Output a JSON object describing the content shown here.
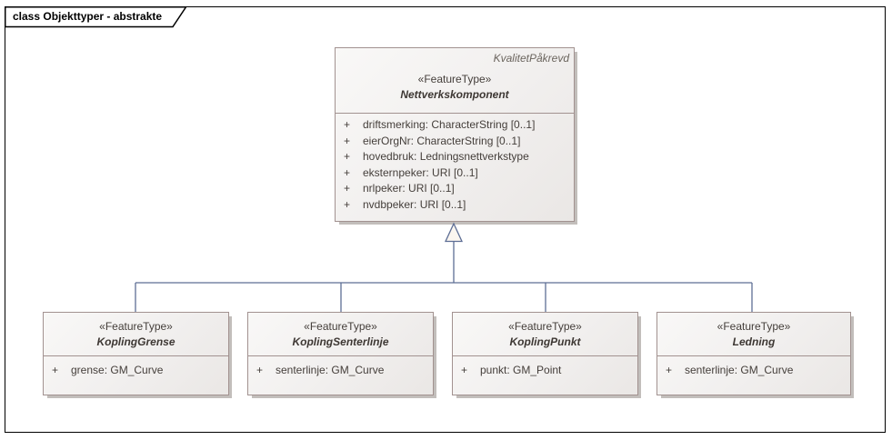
{
  "frame": {
    "title": "class Objekttyper - abstrakte"
  },
  "parent_class": {
    "tagged_value": "KvalitetPåkrevd",
    "stereotype": "«FeatureType»",
    "name": "Nettverkskomponent",
    "attributes": [
      {
        "visibility": "+",
        "text": "driftsmerking: CharacterString [0..1]"
      },
      {
        "visibility": "+",
        "text": "eierOrgNr: CharacterString [0..1]"
      },
      {
        "visibility": "+",
        "text": "hovedbruk: Ledningsnettverkstype"
      },
      {
        "visibility": "+",
        "text": "eksternpeker: URI [0..1]"
      },
      {
        "visibility": "+",
        "text": "nrlpeker: URI [0..1]"
      },
      {
        "visibility": "+",
        "text": "nvdbpeker: URI [0..1]"
      }
    ]
  },
  "subclasses": [
    {
      "stereotype": "«FeatureType»",
      "name": "KoplingGrense",
      "attributes": [
        {
          "visibility": "+",
          "text": "grense: GM_Curve"
        }
      ]
    },
    {
      "stereotype": "«FeatureType»",
      "name": "KoplingSenterlinje",
      "attributes": [
        {
          "visibility": "+",
          "text": "senterlinje: GM_Curve"
        }
      ]
    },
    {
      "stereotype": "«FeatureType»",
      "name": "KoplingPunkt",
      "attributes": [
        {
          "visibility": "+",
          "text": "punkt: GM_Point"
        }
      ]
    },
    {
      "stereotype": "«FeatureType»",
      "name": "Ledning",
      "attributes": [
        {
          "visibility": "+",
          "text": "senterlinje: GM_Curve"
        }
      ]
    }
  ],
  "relationships": {
    "type": "generalization",
    "parent": "Nettverkskomponent",
    "children": [
      "KoplingGrense",
      "KoplingSenterlinje",
      "KoplingPunkt",
      "Ledning"
    ]
  },
  "colors": {
    "class_border": "#a29290",
    "class_fill": "#f1efee",
    "class_shadow": "#c2bebb",
    "connector": "#5d6e95",
    "text": "#443e3a",
    "tagged_value_text": "#6b655e",
    "frame_border": "#000000"
  }
}
